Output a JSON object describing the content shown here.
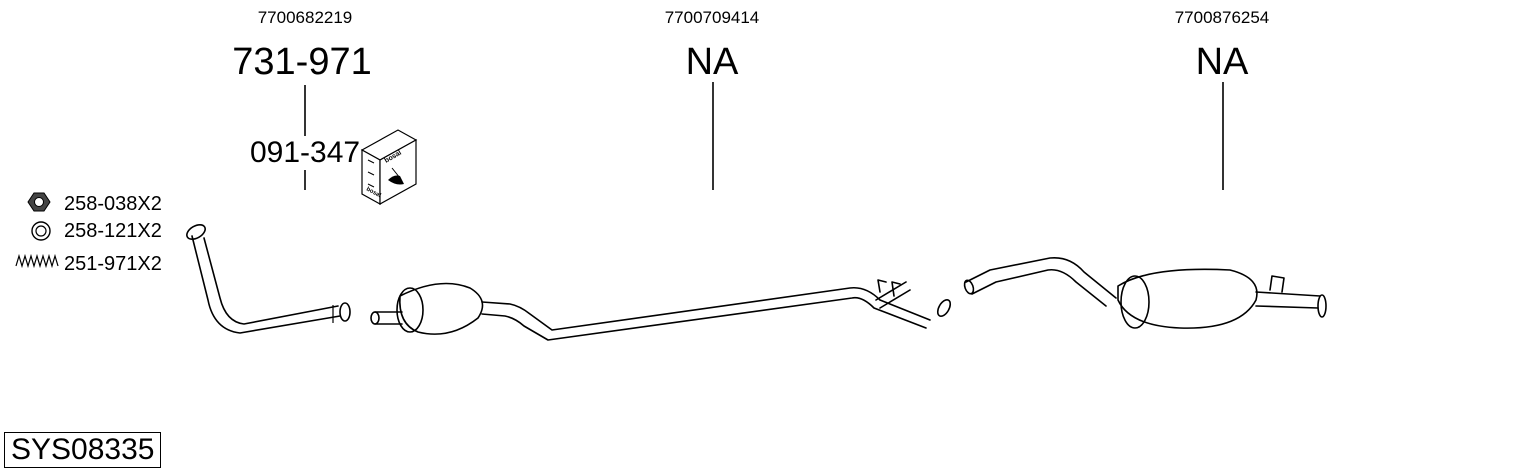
{
  "sections": [
    {
      "oem": "7700682219",
      "part": "731-971"
    },
    {
      "oem": "7700709414",
      "part": "NA"
    },
    {
      "oem": "7700876254",
      "part": "NA"
    }
  ],
  "mounting_kit": {
    "part": "091-347",
    "box_brand": "bosal"
  },
  "hardware": [
    {
      "icon": "nut-icon",
      "label": "258-038X2"
    },
    {
      "icon": "washer-ring-icon",
      "label": "258-121X2"
    },
    {
      "icon": "spring-icon",
      "label": "251-971X2"
    }
  ],
  "system_code": "SYS08335"
}
